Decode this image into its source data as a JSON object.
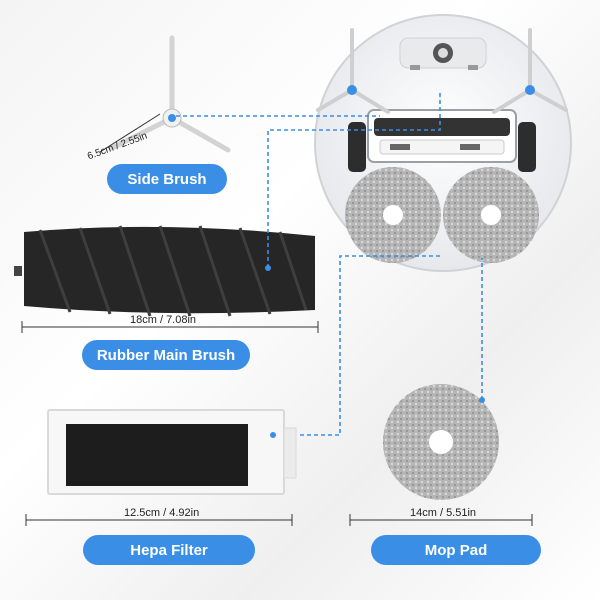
{
  "parts": {
    "side_brush": {
      "label": "Side Brush",
      "dimension": "6.5cm / 2.55in"
    },
    "main_brush": {
      "label": "Rubber Main Brush",
      "dimension": "18cm / 7.08in"
    },
    "hepa_filter": {
      "label": "Hepa Filter",
      "dimension": "12.5cm / 4.92in"
    },
    "mop_pad": {
      "label": "Mop Pad",
      "dimension": "14cm / 5.51in"
    }
  },
  "colors": {
    "accent": "#3a8ee6",
    "connector": "#3a8ee6",
    "robot_body": "#f2f3f5",
    "brush": "#2b2b2b",
    "mop": "#a9a9a9"
  },
  "icons": [
    "robot-vacuum-icon",
    "side-brush-icon",
    "main-brush-icon",
    "filter-icon",
    "mop-pad-icon"
  ]
}
